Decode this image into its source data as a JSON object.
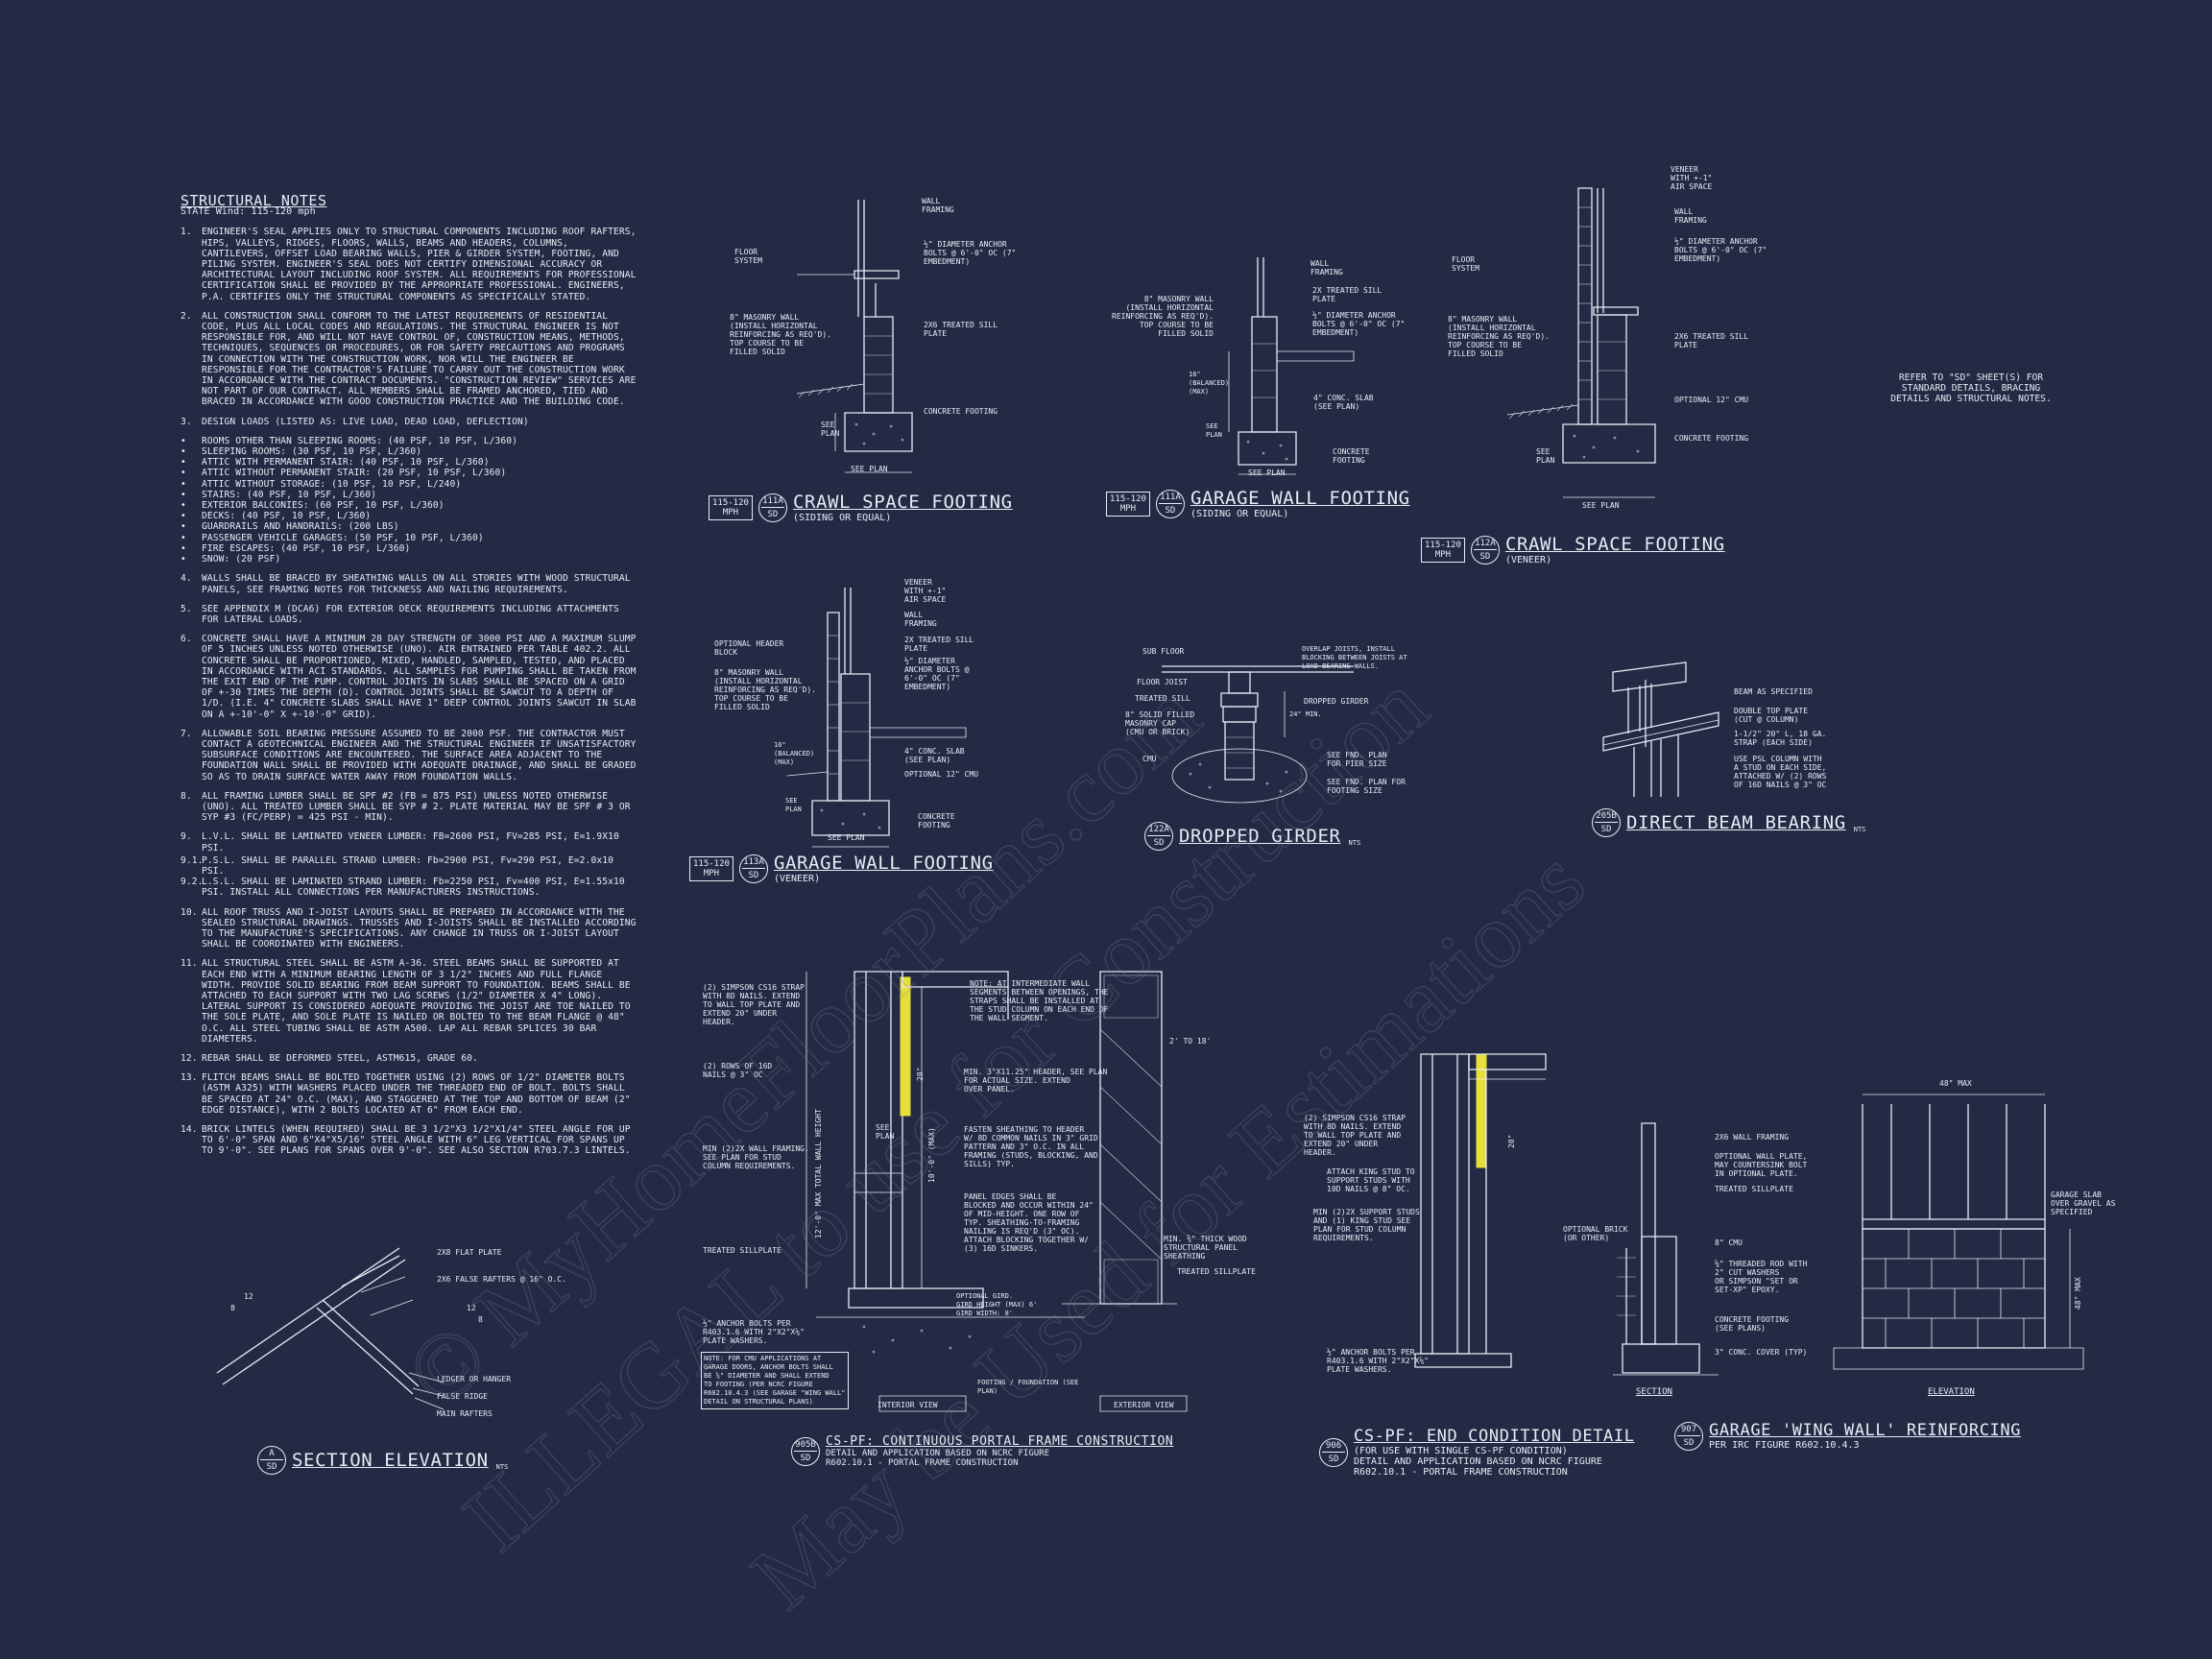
{
  "notes": {
    "title": "STRUCTURAL NOTES",
    "subtitle": "STATE Wind: 115-120 mph",
    "items": [
      {
        "num": "1.",
        "text": "ENGINEER'S SEAL APPLIES ONLY TO STRUCTURAL COMPONENTS INCLUDING ROOF RAFTERS, HIPS, VALLEYS, RIDGES, FLOORS, WALLS, BEAMS AND HEADERS, COLUMNS, CANTILEVERS, OFFSET LOAD BEARING WALLS, PIER & GIRDER SYSTEM, FOOTING, AND PILING SYSTEM. ENGINEER'S SEAL DOES NOT CERTIFY DIMENSIONAL ACCURACY OR ARCHITECTURAL LAYOUT INCLUDING ROOF SYSTEM. ALL REQUIREMENTS FOR PROFESSIONAL CERTIFICATION SHALL BE PROVIDED BY THE APPROPRIATE PROFESSIONAL. ENGINEERS, P.A. CERTIFIES ONLY THE STRUCTURAL COMPONENTS AS SPECIFICALLY STATED."
      },
      {
        "num": "2.",
        "text": "ALL CONSTRUCTION SHALL CONFORM TO THE LATEST REQUIREMENTS OF RESIDENTIAL CODE, PLUS ALL LOCAL CODES AND REGULATIONS. THE STRUCTURAL ENGINEER IS NOT RESPONSIBLE FOR, AND WILL NOT HAVE CONTROL OF, CONSTRUCTION MEANS, METHODS, TECHNIQUES, SEQUENCES OR PROCEDURES, OR FOR SAFETY PRECAUTIONS AND PROGRAMS IN CONNECTION WITH THE CONSTRUCTION WORK, NOR WILL THE ENGINEER BE RESPONSIBLE FOR THE CONTRACTOR'S FAILURE TO CARRY OUT THE CONSTRUCTION WORK IN ACCORDANCE WITH THE CONTRACT DOCUMENTS. \"CONSTRUCTION REVIEW\" SERVICES ARE NOT PART OF OUR CONTRACT. ALL MEMBERS SHALL BE FRAMED ANCHORED, TIED AND BRACED IN ACCORDANCE WITH GOOD CONSTRUCTION PRACTICE AND THE BUILDING CODE."
      },
      {
        "num": "3.",
        "text": "DESIGN LOADS (LISTED AS: LIVE LOAD, DEAD LOAD, DEFLECTION)"
      }
    ],
    "loads": [
      "ROOMS OTHER THAN SLEEPING ROOMS: (40 PSF, 10 PSF, L/360)",
      "SLEEPING ROOMS: (30 PSF, 10 PSF, L/360)",
      "ATTIC WITH PERMANENT STAIR: (40 PSF, 10 PSF, L/360)",
      "ATTIC WITHOUT PERMANENT STAIR: (20 PSF, 10 PSF, L/360)",
      "ATTIC WITHOUT STORAGE: (10 PSF, 10 PSF, L/240)",
      "STAIRS: (40 PSF, 10 PSF, L/360)",
      "EXTERIOR BALCONIES: (60 PSF, 10 PSF, L/360)",
      "DECKS: (40 PSF, 10 PSF, L/360)",
      "GUARDRAILS AND HANDRAILS: (200 LBS)",
      "PASSENGER VEHICLE GARAGES: (50 PSF, 10 PSF, L/360)",
      "FIRE ESCAPES: (40 PSF, 10 PSF, L/360)",
      "SNOW: (20 PSF)"
    ],
    "items2": [
      {
        "num": "4.",
        "text": "WALLS SHALL BE BRACED BY SHEATHING WALLS ON ALL STORIES WITH WOOD STRUCTURAL PANELS, SEE FRAMING NOTES FOR THICKNESS AND NAILING REQUIREMENTS."
      },
      {
        "num": "5.",
        "text": "SEE APPENDIX M (DCA6) FOR EXTERIOR DECK REQUIREMENTS INCLUDING ATTACHMENTS FOR LATERAL LOADS."
      },
      {
        "num": "6.",
        "text": "CONCRETE SHALL HAVE A MINIMUM 28 DAY STRENGTH OF 3000 PSI AND A MAXIMUM SLUMP OF 5 INCHES UNLESS NOTED OTHERWISE (UNO). AIR ENTRAINED PER TABLE 402.2. ALL CONCRETE SHALL BE PROPORTIONED, MIXED, HANDLED, SAMPLED, TESTED, AND PLACED IN ACCORDANCE WITH ACI STANDARDS. ALL SAMPLES FOR PUMPING SHALL BE TAKEN FROM THE EXIT END OF THE PUMP. CONTROL JOINTS IN SLABS SHALL BE SPACED ON A GRID OF +-30 TIMES THE DEPTH (D). CONTROL JOINTS SHALL BE SAWCUT TO A DEPTH OF 1/D. (I.E. 4\" CONCRETE SLABS SHALL HAVE 1\" DEEP CONTROL JOINTS SAWCUT IN SLAB ON A +-10'-0\" x +-10'-0\" GRID)."
      },
      {
        "num": "7.",
        "text": "ALLOWABLE SOIL BEARING PRESSURE ASSUMED TO BE 2000 PSF. THE CONTRACTOR MUST CONTACT A GEOTECHNICAL ENGINEER AND THE STRUCTURAL ENGINEER IF UNSATISFACTORY SUBSURFACE CONDITIONS ARE ENCOUNTERED. THE SURFACE AREA ADJACENT TO THE FOUNDATION WALL SHALL BE PROVIDED WITH ADEQUATE DRAINAGE, AND SHALL BE GRADED SO AS TO DRAIN SURFACE WATER AWAY FROM FOUNDATION WALLS."
      },
      {
        "num": "8.",
        "text": "ALL FRAMING LUMBER SHALL BE SPF #2 (Fb = 875 PSI) UNLESS NOTED OTHERWISE (UNO). ALL TREATED LUMBER SHALL BE SYP # 2. PLATE MATERIAL MAY BE SPF # 3 OR SYP #3 (Fc/perp) = 425 PSI - MIN)."
      },
      {
        "num": "9.",
        "text": "L.V.L. SHALL BE LAMINATED VENEER LUMBER: Fb=2600 PSI, Fv=285 PSI, E=1.9x10 PSI."
      }
    ],
    "sub9": [
      {
        "num": "9.1.",
        "text": "P.S.L. SHALL BE PARALLEL STRAND LUMBER: Fb=2900 PSI, Fv=290 PSI, E=2.0x10 PSI."
      },
      {
        "num": "9.2.",
        "text": "L.S.L. SHALL BE LAMINATED STRAND LUMBER: Fb=2250 PSI, Fv=400 PSI, E=1.55x10 PSI. INSTALL ALL CONNECTIONS PER MANUFACTURERS INSTRUCTIONS."
      }
    ],
    "items3": [
      {
        "num": "10.",
        "text": "ALL ROOF TRUSS AND I-JOIST LAYOUTS SHALL BE PREPARED IN ACCORDANCE WITH THE SEALED STRUCTURAL DRAWINGS. TRUSSES AND I-JOISTS SHALL BE INSTALLED ACCORDING TO THE MANUFACTURE'S SPECIFICATIONS. ANY CHANGE IN TRUSS OR I-JOIST LAYOUT SHALL BE COORDINATED WITH ENGINEERS."
      },
      {
        "num": "11.",
        "text": "ALL STRUCTURAL STEEL SHALL BE ASTM A-36. STEEL BEAMS SHALL BE SUPPORTED AT EACH END WITH A MINIMUM BEARING LENGTH OF 3 1/2\" INCHES AND FULL FLANGE WIDTH. PROVIDE SOLID BEARING FROM BEAM SUPPORT TO FOUNDATION. BEAMS SHALL BE ATTACHED TO EACH SUPPORT WITH TWO LAG SCREWS (1/2\" DIAMETER x 4\" LONG). LATERAL SUPPORT IS CONSIDERED ADEQUATE PROVIDING THE JOIST ARE TOE NAILED TO THE SOLE PLATE, AND SOLE PLATE IS NAILED OR BOLTED TO THE BEAM FLANGE @ 48\" O.C. ALL STEEL TUBING SHALL BE ASTM A500. LAP ALL REBAR SPLICES 30 BAR DIAMETERS."
      },
      {
        "num": "12.",
        "text": "REBAR SHALL BE DEFORMED STEEL, ASTM615, GRADE 60."
      },
      {
        "num": "13.",
        "text": "FLITCH BEAMS SHALL BE BOLTED TOGETHER USING (2) ROWS OF 1/2\" DIAMETER BOLTS (ASTM A325) WITH WASHERS PLACED UNDER THE THREADED END OF BOLT. BOLTS SHALL BE SPACED AT 24\" O.C. (MAX), AND STAGGERED AT THE TOP AND BOTTOM OF BEAM (2\" EDGE DISTANCE), WITH 2 BOLTS LOCATED AT 6\" FROM EACH END."
      },
      {
        "num": "14.",
        "text": "BRICK LINTELS (WHEN REQUIRED) SHALL BE 3 1/2\"x3 1/2\"x1/4\" STEEL ANGLE FOR UP TO 6'-0\" SPAN AND 6\"x4\"x5/16\" STEEL ANGLE WITH 6\" LEG VERTICAL FOR SPANS UP TO 9'-0\". SEE PLANS FOR SPANS OVER 9'-0\". SEE ALSO SECTION R703.7.3 LINTELS."
      }
    ]
  },
  "ref_note": "REFER TO \"SD\" SHEET(S) FOR STANDARD DETAILS, BRACING DETAILS AND STRUCTURAL NOTES.",
  "details": {
    "d111a": {
      "speed1": "115-120",
      "speed2": "MPH",
      "num": "111A",
      "sheet": "SD",
      "title": "CRAWL SPACE FOOTING",
      "sub": "(SIDING OR EQUAL)"
    },
    "d111b": {
      "speed1": "115-120",
      "speed2": "MPH",
      "num": "111A",
      "sheet": "SD",
      "title": "GARAGE WALL FOOTING",
      "sub": "(SIDING OR EQUAL)"
    },
    "d112a": {
      "speed1": "115-120",
      "speed2": "MPH",
      "num": "112A",
      "sheet": "SD",
      "title": "CRAWL SPACE FOOTING",
      "sub": "(VENEER)"
    },
    "d113a": {
      "speed1": "115-120",
      "speed2": "MPH",
      "num": "113A",
      "sheet": "SD",
      "title": "GARAGE WALL FOOTING",
      "sub": "(VENEER)"
    },
    "d122a": {
      "num": "122A",
      "sheet": "SD",
      "title": "DROPPED GIRDER",
      "nts": "NTS"
    },
    "d205b": {
      "num": "205B",
      "sheet": "SD",
      "title": "DIRECT BEAM BEARING",
      "nts": "NTS"
    },
    "dsec": {
      "num": "A",
      "sheet": "SD",
      "title": "SECTION ELEVATION",
      "nts": "NTS"
    },
    "d905b": {
      "num": "905B",
      "sheet": "SD",
      "title": "CS-PF: CONTINUOUS PORTAL FRAME CONSTRUCTION",
      "sub1": "DETAIL AND APPLICATION BASED ON NCRC FIGURE",
      "sub2": "R602.10.1 - PORTAL FRAME CONSTRUCTION"
    },
    "d906": {
      "num": "906",
      "sheet": "SD",
      "title": "CS-PF: END CONDITION DETAIL",
      "sub1": "(FOR USE WITH SINGLE CS-PF CONDITION)",
      "sub2": "DETAIL AND APPLICATION BASED ON NCRC FIGURE",
      "sub3": "R602.10.1 - PORTAL FRAME CONSTRUCTION"
    },
    "d907": {
      "num": "907",
      "sheet": "SD",
      "title": "GARAGE 'WING WALL' REINFORCING",
      "sub": "PER IRC FIGURE R602.10.4.3"
    }
  },
  "labels": {
    "c1": {
      "wall": "WALL\nFRAMING",
      "floor": "FLOOR\nSYSTEM",
      "anchor": "½\" DIAMETER ANCHOR\nBOLTS @ 6'-0\" OC (7\"\nEMBEDMENT)",
      "masonry": "8\" MASONRY WALL\n(INSTALL HORIZONTAL\nREINFORCING AS REQ'D).\nTOP COURSE TO BE\nFILLED SOLID",
      "sill": "2x6 TREATED SILL\nPLATE",
      "footing": "CONCRETE FOOTING",
      "seeplan": "SEE PLAN",
      "seeplanv": "SEE\nPLAN"
    },
    "g1": {
      "wall": "WALL\nFRAMING",
      "sill": "2x TREATED SILL\nPLATE",
      "anchor": "½\" DIAMETER ANCHOR\nBOLTS @ 6'-0\" OC (7\"\nEMBEDMENT)",
      "masonry": "8\" MASONRY WALL\n(INSTALL HORIZONTAL\nREINFORCING AS REQ'D).\nTOP COURSE TO BE\nFILLED SOLID",
      "slab": "4\" CONC. SLAB\n(SEE PLAN)",
      "footing": "CONCRETE\nFOOTING",
      "seeplan": "SEE PLAN",
      "dim": "16\"\n(BALANCED)\n(MAX)",
      "seeplanv": "SEE\nPLAN"
    },
    "c2": {
      "veneer": "VENEER\nWITH +-1\"\nAIR SPACE",
      "wall": "WALL\nFRAMING",
      "floor": "FLOOR\nSYSTEM",
      "anchor": "½\" DIAMETER ANCHOR\nBOLTS @ 6'-0\" OC (7\"\nEMBEDMENT)",
      "masonry": "8\" MASONRY WALL\n(INSTALL HORIZONTAL\nREINFORCING AS REQ'D).\nTOP COURSE TO BE\nFILLED SOLID",
      "sill": "2x6 TREATED SILL\nPLATE",
      "cmu": "OPTIONAL 12\" CMU",
      "footing": "CONCRETE FOOTING",
      "seeplan": "SEE PLAN",
      "seeplanv": "SEE\nPLAN"
    },
    "g2": {
      "veneer": "VENEER\nWITH +-1\"\nAIR SPACE",
      "wall": "WALL\nFRAMING",
      "header": "OPTIONAL HEADER\nBLOCK",
      "sill": "2x TREATED SILL\nPLATE",
      "masonry": "8\" MASONRY WALL\n(INSTALL HORIZONTAL\nREINFORCING AS REQ'D).\nTOP COURSE TO BE\nFILLED SOLID",
      "anchor": "½\" DIAMETER\nANCHOR BOLTS @\n6'-0\" OC (7\"\nEMBEDMENT)",
      "slab": "4\" CONC. SLAB\n(SEE PLAN)",
      "cmu": "OPTIONAL 12\" CMU",
      "footing": "CONCRETE\nFOOTING",
      "seeplan": "SEE PLAN",
      "dim": "16\"\n(BALANCED)\n(MAX)",
      "seeplanv": "SEE\nPLAN"
    },
    "dg": {
      "subfloor": "SUB FLOOR",
      "joist": "FLOOR JOIST",
      "sill": "TREATED SILL",
      "masonry": "8\" SOLID FILLED\nMASONRY CAP\n(CMU OR BRICK)",
      "cmu": "CMU",
      "overlap": "OVERLAP JOISTS, INSTALL\nBLOCKING BETWEEN JOISTS AT\nLOAD BEARING WALLS.",
      "girder": "DROPPED GIRDER",
      "fnd1": "SEE FND. PLAN\nFOR PIER SIZE",
      "fnd2": "SEE FND. PLAN FOR\nFOOTING SIZE",
      "dim": "24\" MIN."
    },
    "db": {
      "beam": "BEAM AS SPECIFIED",
      "plate": "DOUBLE TOP PLATE\n(CUT @ COLUMN)",
      "strap": "1-1/2\" 20\" L, 18 GA.\nSTRAP (EACH SIDE)",
      "column": "USE PSL COLUMN WITH\nA STUD ON EACH SIDE,\nATTACHED W/ (2) ROWS\nOF 16d NAILS @ 3\" OC"
    },
    "se": {
      "flat": "2x8 FLAT PLATE",
      "false": "2x6 FALSE RAFTERS @ 16\" O.C.",
      "ledger": "LEDGER OR HANGER",
      "ridge": "FALSE RIDGE",
      "main": "MAIN RAFTERS",
      "p1": "12",
      "p2": "8",
      "p3": "12",
      "p4": "8"
    },
    "pf": {
      "strap": "(2) SIMPSON CS16 STRAP\nWITH 8d NAILS. EXTEND\nTO WALL TOP PLATE AND\nEXTEND 20\" UNDER\nHEADER.",
      "nails": "(2) ROWS OF 16d\nNAILS @ 3\" OC",
      "framing": "MIN (2)2X WALL FRAMING.\nSEE PLAN FOR STUD\nCOLUMN REQUIREMENTS.",
      "treated": "TREATED SILLPLATE",
      "bolts": "½\" ANCHOR BOLTS PER\nR403.1.6 WITH 2\"x2\"x⅛\"\nPLATE WASHERS.",
      "note": "NOTE: FOR CMU APPLICATIONS AT\nGARAGE DOORS, ANCHOR BOLTS SHALL\nBE ⅝\" DIAMETER AND SHALL EXTEND\nTO FOOTING (PER NCRC FIGURE\nR602.10.4.3 (SEE GARAGE \"WING WALL\"\nDETAIL ON STRUCTURAL PLANS)",
      "seeplan": "SEE\nPLAN",
      "inter": "NOTE: AT INTERMEDIATE WALL\nSEGMENTS BETWEEN OPENINGS, THE\nSTRAPS SHALL BE INSTALLED AT\nTHE STUD COLUMN ON EACH END OF\nTHE WALL SEGMENT.",
      "header": "MIN. 3\"x11.25\" HEADER, SEE PLAN\nFOR ACTUAL SIZE. EXTEND\nOVER PANEL.",
      "fasten": "FASTEN SHEATHING TO HEADER\nW/ 8d COMMON NAILS IN 3\" GRID\nPATTERN AND 3\" O.C. IN ALL\nFRAMING (STUDS, BLOCKING, AND\nSILLS) TYP.",
      "panel": "PANEL EDGES SHALL BE\nBLOCKED AND OCCUR WITHIN 24\"\nOF MID-HEIGHT. ONE ROW OF\nTYP. SHEATHING-TO-FRAMING\nNAILING IS REQ'D (3\" OC).\nATTACH BLOCKING TOGETHER W/\n(3) 16d SINKERS.",
      "girder": "OPTIONAL GIRD.\nGIRD HEIGHT (MAX) 6'\nGIRD WIDTH: 8'",
      "footing": "FOOTING / FOUNDATION (SEE\nPLAN)",
      "thick": "MIN. ⅜\" THICK WOOD\nSTRUCTURAL PANEL\nSHEATHING",
      "treated2": "TREATED SILLPLATE",
      "dim1": "12'-0\" MAX TOTAL WALL HEIGHT",
      "dim2": "10'-0\" (MAX)",
      "dim3": "20\"",
      "dim4": "2' TO 18'",
      "interior": "INTERIOR VIEW",
      "exterior": "EXTERIOR VIEW"
    },
    "ec": {
      "strap": "(2) SIMPSON CS16 STRAP\nWITH 8d NAILS. EXTEND\nTO WALL TOP PLATE AND\nEXTEND 20\" UNDER\nHEADER.",
      "king": "ATTACH KING STUD TO\nSUPPORT STUDS WITH\n10d NAILS @ 8\" OC.",
      "min": "MIN (2)2X SUPPORT STUDS\nAND (1) KING STUD SEE\nPLAN FOR STUD COLUMN\nREQUIREMENTS.",
      "bolts": "½\" ANCHOR BOLTS PER\nR403.1.6 WITH 2\"x2\"x⅛\"\nPLATE WASHERS.",
      "dim": "20\""
    },
    "ww": {
      "framing": "2x6 WALL FRAMING",
      "plate": "OPTIONAL WALL PLATE,\nMAY COUNTERSINK BOLT\nIN OPTIONAL PLATE.",
      "treated": "TREATED SILLPLATE",
      "brick": "OPTIONAL BRICK\n(OR OTHER)",
      "cmu": "8\" CMU",
      "rod": "⅝\" THREADED ROD WITH\n2\" CUT WASHERS\nOR SIMPSON \"SET OR\nSET-XP\" EPOXY.",
      "footing": "CONCRETE FOOTING\n(SEE PLANS)",
      "cover": "3\" CONC. COVER (TYP)",
      "slab": "GARAGE SLAB\nOVER GRAVEL AS\nSPECIFIED",
      "max": "48\" MAX",
      "maxv": "48\" MAX",
      "section": "SECTION",
      "elevation": "ELEVATION"
    }
  },
  "watermark": {
    "line1": "© MyHomeFloorPlans.com",
    "line2": "ILLEGAL to use for Construction",
    "line3": "May be Used for Estimations"
  },
  "colors": {
    "background": "#232a43",
    "ink": "#e8ecf5",
    "highlight": "#e6df3a"
  }
}
